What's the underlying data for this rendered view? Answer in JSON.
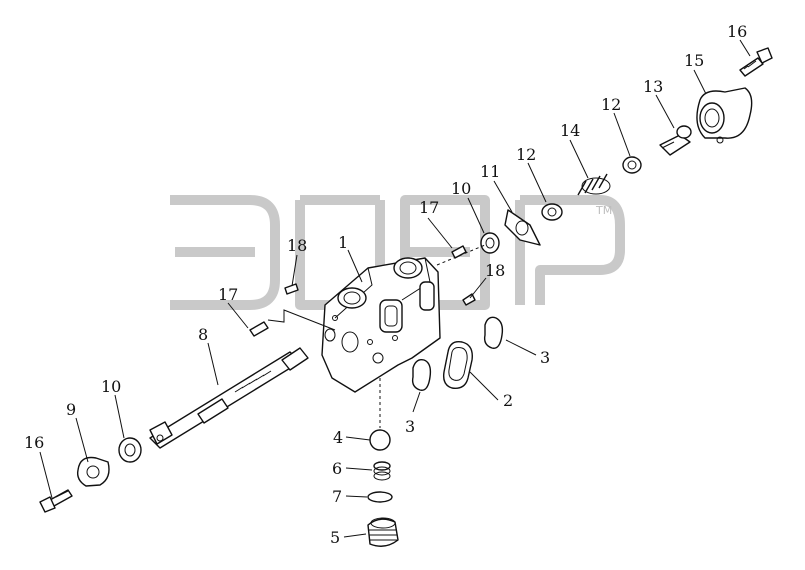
{
  "watermark": {
    "text": "ЭЛЕР",
    "mark": "TM"
  },
  "callouts": {
    "c1": "1",
    "c2": "2",
    "c3a": "3",
    "c3b": "3",
    "c4": "4",
    "c5": "5",
    "c6": "6",
    "c7": "7",
    "c8": "8",
    "c9": "9",
    "c10a": "10",
    "c10b": "10",
    "c11": "11",
    "c12a": "12",
    "c12b": "12",
    "c13": "13",
    "c14": "14",
    "c15": "15",
    "c16a": "16",
    "c16b": "16",
    "c17a": "17",
    "c17b": "17",
    "c18a": "18",
    "c18b": "18"
  },
  "colors": {
    "line": "#111111",
    "watermark": "#c9c9c9"
  }
}
